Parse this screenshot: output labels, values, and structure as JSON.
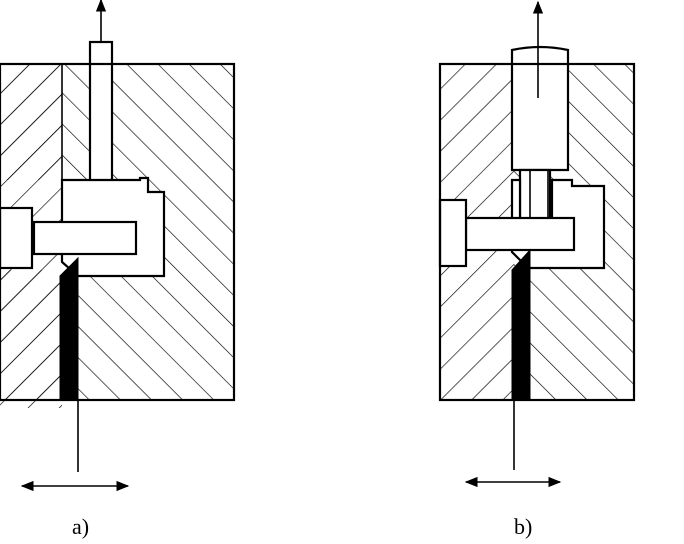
{
  "figure": {
    "panels": [
      {
        "id": "a",
        "caption": "a)"
      },
      {
        "id": "b",
        "caption": "b)"
      }
    ]
  },
  "colors": {
    "ink": "#000000",
    "paper": "#ffffff"
  }
}
